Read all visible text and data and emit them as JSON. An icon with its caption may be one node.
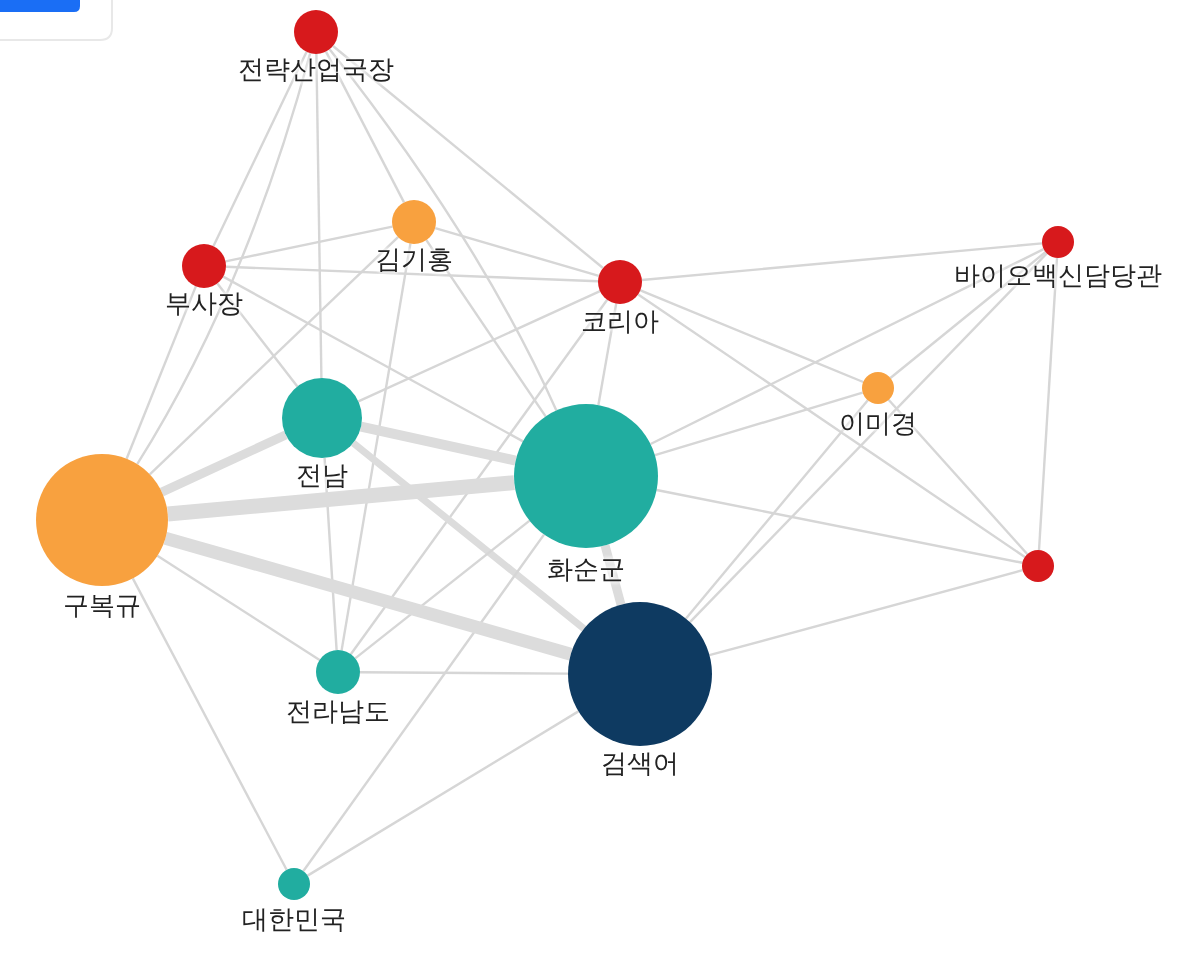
{
  "diagram": {
    "nodes": [
      {
        "text": [
          "전략산업국장"
        ]
      },
      {
        "text": [
          "김기홍"
        ]
      },
      {
        "text": [
          "부사장"
        ]
      },
      {
        "text": [
          "코리아"
        ]
      },
      {
        "text": [
          "바이오백신담당관"
        ]
      },
      {
        "text": [
          "이미경"
        ]
      },
      {
        "text": [
          "전남"
        ]
      },
      {
        "text": [
          "화순군"
        ]
      },
      {
        "text": [
          "구복규"
        ]
      },
      {
        "text": [],
        "shape": "circle"
      },
      {
        "text": [
          "전라남도"
        ]
      },
      {
        "text": [
          "검색어"
        ]
      },
      {
        "text": [
          "대한민국"
        ]
      }
    ],
    "edges": [
      {
        "from": 0,
        "to": 2,
        "arrow": "none"
      },
      {
        "from": 0,
        "to": 8,
        "arrow": "none"
      },
      {
        "from": 0,
        "to": 6,
        "arrow": "none"
      },
      {
        "from": 0,
        "to": 1,
        "arrow": "none"
      },
      {
        "from": 0,
        "to": 7,
        "arrow": "none"
      },
      {
        "from": 0,
        "to": 3,
        "arrow": "none"
      },
      {
        "from": 1,
        "to": 2,
        "arrow": "none"
      },
      {
        "from": 1,
        "to": 3,
        "arrow": "none"
      },
      {
        "from": 1,
        "to": 7,
        "arrow": "none"
      },
      {
        "from": 1,
        "to": 8,
        "arrow": "none"
      },
      {
        "from": 1,
        "to": 10,
        "arrow": "none"
      },
      {
        "from": 2,
        "to": 3,
        "arrow": "none"
      },
      {
        "from": 2,
        "to": 8,
        "arrow": "none"
      },
      {
        "from": 2,
        "to": 6,
        "arrow": "none"
      },
      {
        "from": 2,
        "to": 7,
        "arrow": "none"
      },
      {
        "from": 3,
        "to": 4,
        "arrow": "none"
      },
      {
        "from": 3,
        "to": 5,
        "arrow": "none"
      },
      {
        "from": 3,
        "to": 9,
        "arrow": "none"
      },
      {
        "from": 3,
        "to": 7,
        "arrow": "none"
      },
      {
        "from": 3,
        "to": 6,
        "arrow": "none"
      },
      {
        "from": 3,
        "to": 10,
        "arrow": "none"
      },
      {
        "from": 4,
        "to": 5,
        "arrow": "none"
      },
      {
        "from": 4,
        "to": 7,
        "arrow": "none"
      },
      {
        "from": 4,
        "to": 9,
        "arrow": "none"
      },
      {
        "from": 4,
        "to": 11,
        "arrow": "none"
      },
      {
        "from": 5,
        "to": 7,
        "arrow": "none"
      },
      {
        "from": 5,
        "to": 9,
        "arrow": "none"
      },
      {
        "from": 5,
        "to": 11,
        "arrow": "none"
      },
      {
        "from": 6,
        "to": 8,
        "arrow": "none",
        "style": "thick"
      },
      {
        "from": 6,
        "to": 7,
        "arrow": "none",
        "style": "thick"
      },
      {
        "from": 6,
        "to": 11,
        "arrow": "none",
        "style": "thick"
      },
      {
        "from": 6,
        "to": 10,
        "arrow": "none"
      },
      {
        "from": 7,
        "to": 8,
        "arrow": "none",
        "style": "thick"
      },
      {
        "from": 7,
        "to": 11,
        "arrow": "none",
        "style": "thick"
      },
      {
        "from": 7,
        "to": 9,
        "arrow": "none"
      },
      {
        "from": 7,
        "to": 10,
        "arrow": "none"
      },
      {
        "from": 7,
        "to": 12,
        "arrow": "none"
      },
      {
        "from": 8,
        "to": 11,
        "arrow": "none",
        "style": "thick"
      },
      {
        "from": 8,
        "to": 10,
        "arrow": "none"
      },
      {
        "from": 8,
        "to": 12,
        "arrow": "none"
      },
      {
        "from": 10,
        "to": 11,
        "arrow": "none"
      },
      {
        "from": 11,
        "to": 9,
        "arrow": "none"
      },
      {
        "from": 11,
        "to": 12,
        "arrow": "none"
      }
    ]
  }
}
